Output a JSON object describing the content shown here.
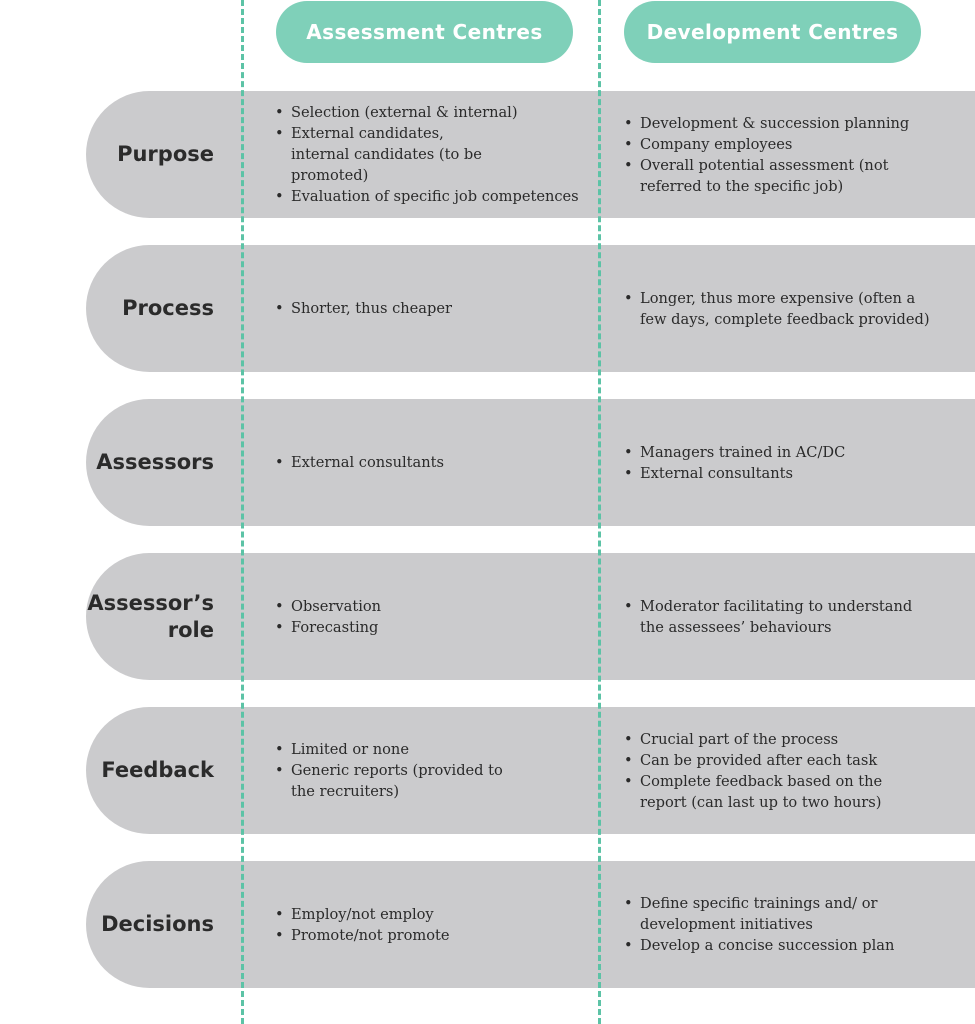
{
  "columns": {
    "assessment": "Assessment Centres",
    "development": "Development Centres"
  },
  "rows": [
    {
      "label": "Purpose",
      "assessment": [
        "Selection (external & internal)",
        "External candidates, internal candidates (to be promoted)",
        "Evaluation of specific job competences"
      ],
      "development": [
        "Development & succession planning",
        "Company employees",
        "Overall potential assessment (not referred to the specific job)"
      ]
    },
    {
      "label": "Process",
      "assessment": [
        "Shorter, thus cheaper"
      ],
      "development": [
        "Longer, thus more expensive (often a few days, complete feedback provided)"
      ]
    },
    {
      "label": "Assessors",
      "assessment": [
        "External consultants"
      ],
      "development": [
        "Managers trained in AC/DC",
        "External consultants"
      ]
    },
    {
      "label": "Assessor’s role",
      "assessment": [
        "Observation",
        "Forecasting"
      ],
      "development": [
        "Moderator facilitating to understand the assessees’ behaviours"
      ]
    },
    {
      "label": "Feedback",
      "assessment": [
        "Limited or none",
        "Generic reports (provided to the recruiters)"
      ],
      "development": [
        "Crucial part of the process",
        "Can be provided after each task",
        "Complete feedback based on the report (can last up to two hours)"
      ]
    },
    {
      "label": "Decisions",
      "assessment": [
        "Employ/not employ",
        "Promote/not promote"
      ],
      "development": [
        "Define specific trainings and/ or development initiatives",
        "Develop a concise succession plan"
      ]
    }
  ]
}
